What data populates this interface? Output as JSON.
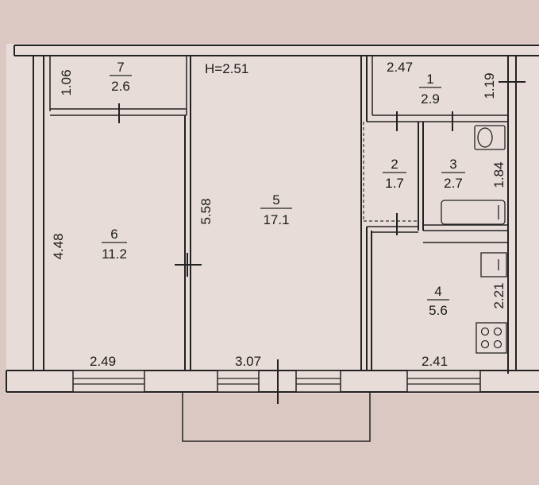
{
  "plan": {
    "ceiling_height": "H=2.51",
    "rooms": [
      {
        "key": "r1",
        "number": "1",
        "area": "2.9"
      },
      {
        "key": "r2",
        "number": "2",
        "area": "1.7"
      },
      {
        "key": "r3",
        "number": "3",
        "area": "2.7"
      },
      {
        "key": "r4",
        "number": "4",
        "area": "5.6"
      },
      {
        "key": "r5",
        "number": "5",
        "area": "17.1"
      },
      {
        "key": "r6",
        "number": "6",
        "area": "11.2"
      },
      {
        "key": "r7",
        "number": "7",
        "area": "2.6"
      }
    ],
    "dimensions": {
      "d106": "1.06",
      "d247": "2.47",
      "d119": "1.19",
      "d558": "5.58",
      "d448": "4.48",
      "d184": "1.84",
      "d221": "2.21",
      "d249": "2.49",
      "d307": "3.07",
      "d241": "2.41"
    }
  }
}
